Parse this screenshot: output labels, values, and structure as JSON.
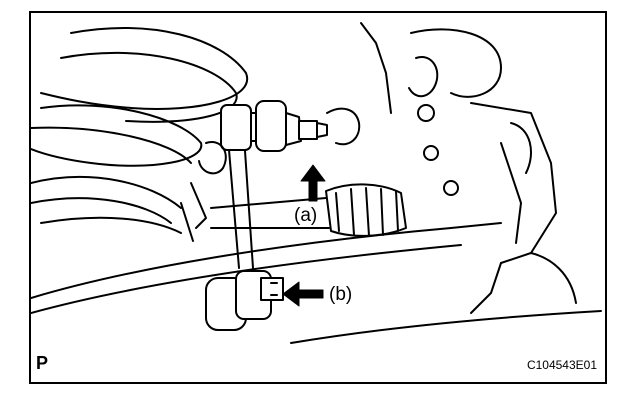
{
  "figure": {
    "label_a": "(a)",
    "label_b": "(b)",
    "view_letter": "P",
    "figure_code": "C104543E01"
  },
  "colors": {
    "line": "#000000",
    "background": "#ffffff"
  },
  "icons": {
    "arrow_a": "arrow-up-icon",
    "arrow_b": "arrow-left-icon"
  }
}
